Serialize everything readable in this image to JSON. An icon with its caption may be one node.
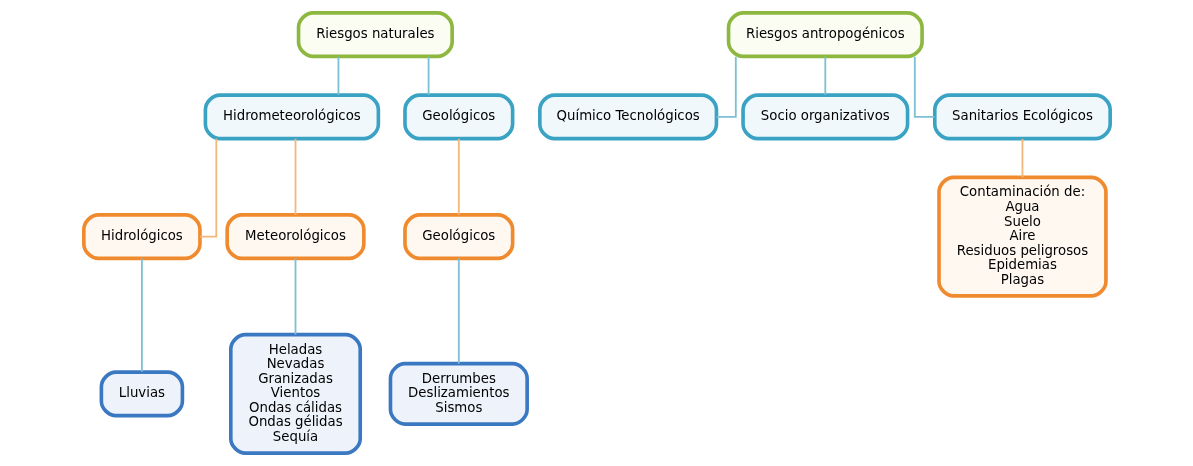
{
  "diagram": {
    "nodes": [
      {
        "text": [
          "Riesgos naturales"
        ]
      },
      {
        "text": [
          "Hidrometeorológicos"
        ]
      },
      {
        "text": [
          "Geológicos"
        ]
      },
      {
        "text": [
          "Hidrológicos"
        ]
      },
      {
        "text": [
          "Meteorológicos"
        ]
      },
      {
        "text": [
          "Geológicos"
        ]
      },
      {
        "text": [
          "Lluvias"
        ]
      },
      {
        "text": [
          "Heladas",
          "Nevadas",
          "Granizadas",
          "Vientos",
          "Ondas cálidas",
          "Ondas gélidas",
          "Sequía"
        ]
      },
      {
        "text": [
          "Derrumbes",
          "Deslizamientos",
          "Sismos"
        ]
      },
      {
        "text": [
          "Riesgos antropogénicos"
        ]
      },
      {
        "text": [
          "Químico Tecnológicos"
        ]
      },
      {
        "text": [
          "Socio organizativos"
        ]
      },
      {
        "text": [
          "Sanitarios Ecológicos"
        ]
      },
      {
        "text": [
          "Contaminación de:",
          "Agua",
          "Suelo",
          "Aire",
          "Residuos peligrosos",
          "Epidemias",
          "Plagas"
        ]
      }
    ],
    "edges": [
      {
        "from": 0,
        "to": 1,
        "arrow": "none"
      },
      {
        "from": 0,
        "to": 2,
        "arrow": "none"
      },
      {
        "from": 1,
        "to": 3,
        "arrow": "none",
        "color": "#f2b77a"
      },
      {
        "from": 1,
        "to": 4,
        "arrow": "none",
        "color": "#f2b77a"
      },
      {
        "from": 2,
        "to": 5,
        "arrow": "none",
        "color": "#f2b77a"
      },
      {
        "from": 3,
        "to": 6,
        "arrow": "none"
      },
      {
        "from": 4,
        "to": 7,
        "arrow": "none"
      },
      {
        "from": 5,
        "to": 8,
        "arrow": "none"
      },
      {
        "from": 9,
        "to": 10,
        "arrow": "none"
      },
      {
        "from": 9,
        "to": 11,
        "arrow": "none"
      },
      {
        "from": 9,
        "to": 12,
        "arrow": "none"
      },
      {
        "from": 12,
        "to": 13,
        "arrow": "none",
        "color": "#f2b77a"
      }
    ]
  }
}
